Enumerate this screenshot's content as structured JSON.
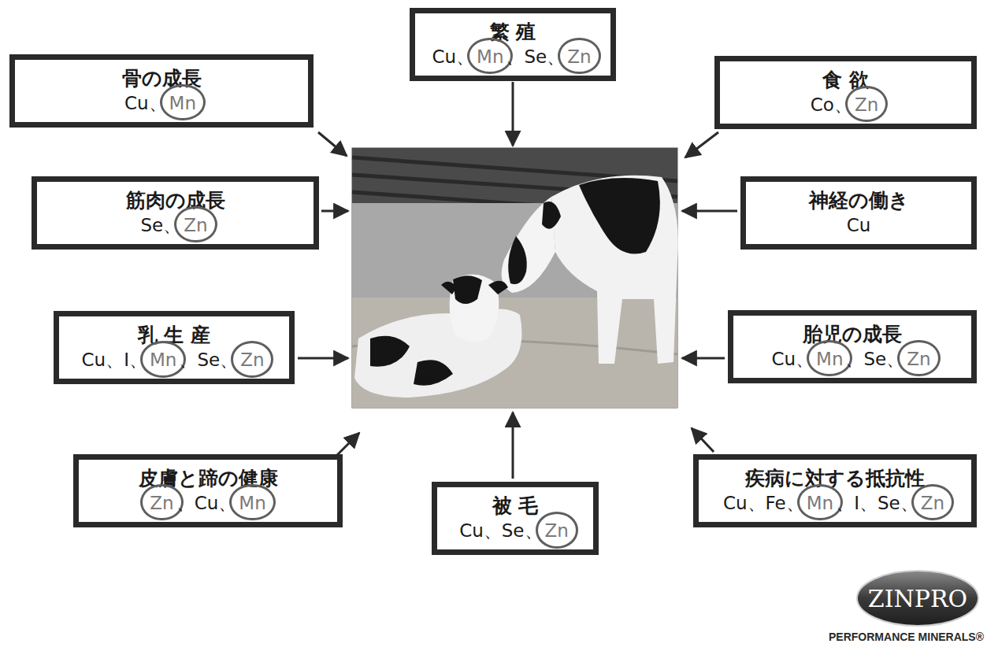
{
  "diagram": {
    "nodes": [
      {
        "text": [
          "繁 殖",
          "Cu、",
          "Mn",
          "、Se、",
          "Zn"
        ]
      },
      {
        "text": [
          "骨の成長",
          "Cu、",
          "Mn"
        ]
      },
      {
        "text": [
          "食 欲",
          "Co、",
          "Zn"
        ]
      },
      {
        "text": [
          "筋肉の成長",
          "Se、",
          "Zn"
        ]
      },
      {
        "text": [
          "神経の働き",
          "Cu"
        ]
      },
      {
        "text": [
          "乳 生 産",
          "Cu、I、",
          "Mn",
          "、Se、",
          "Zn"
        ]
      },
      {
        "text": [
          "胎児の成長",
          "Cu、",
          "Mn",
          "、Se、",
          "Zn"
        ]
      },
      {
        "text": [
          "皮膚と蹄の健康",
          "Zn",
          "、Cu、",
          "Mn"
        ]
      },
      {
        "text": [
          "被 毛",
          "Cu、Se、",
          "Zn"
        ]
      },
      {
        "text": [
          "疾病に対する抵抗性",
          "Cu、Fe、",
          "Mn",
          "、I、Se、",
          "Zn"
        ]
      }
    ],
    "labels": [
      "ZINPRO",
      "PERFORMANCE MINERALS®"
    ]
  }
}
